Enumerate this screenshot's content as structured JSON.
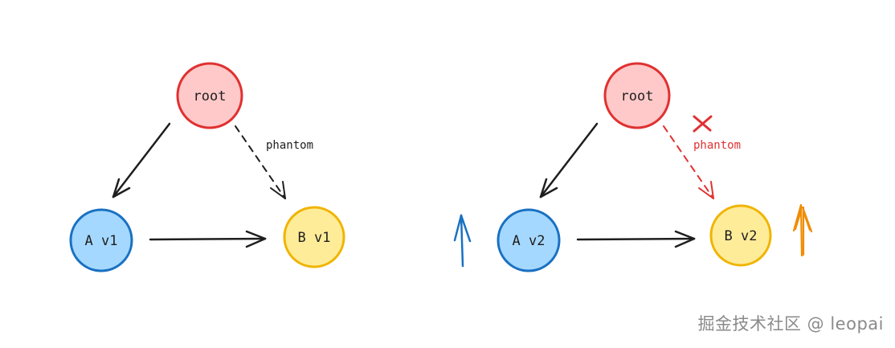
{
  "diagram_left": {
    "nodes": {
      "root": {
        "label": "root",
        "fill": "#ffc9c9",
        "stroke": "#e03131"
      },
      "a": {
        "label": "A v1",
        "fill": "#a5d8ff",
        "stroke": "#1971c2"
      },
      "b": {
        "label": "B v1",
        "fill": "#ffec99",
        "stroke": "#f0b400"
      }
    },
    "edge_label": "phantom",
    "edge_label_color": "#1e1e1e"
  },
  "diagram_right": {
    "nodes": {
      "root": {
        "label": "root",
        "fill": "#ffc9c9",
        "stroke": "#e03131"
      },
      "a": {
        "label": "A v2",
        "fill": "#a5d8ff",
        "stroke": "#1971c2"
      },
      "b": {
        "label": "B v2",
        "fill": "#ffec99",
        "stroke": "#f0b400"
      }
    },
    "edge_label": "phantom",
    "edge_label_color": "#e03131",
    "upgrade_arrow_a_color": "#1971c2",
    "upgrade_arrow_b_color": "#f08c00",
    "broken_mark_color": "#e03131"
  },
  "watermark": "掘金技术社区 @ leopai"
}
